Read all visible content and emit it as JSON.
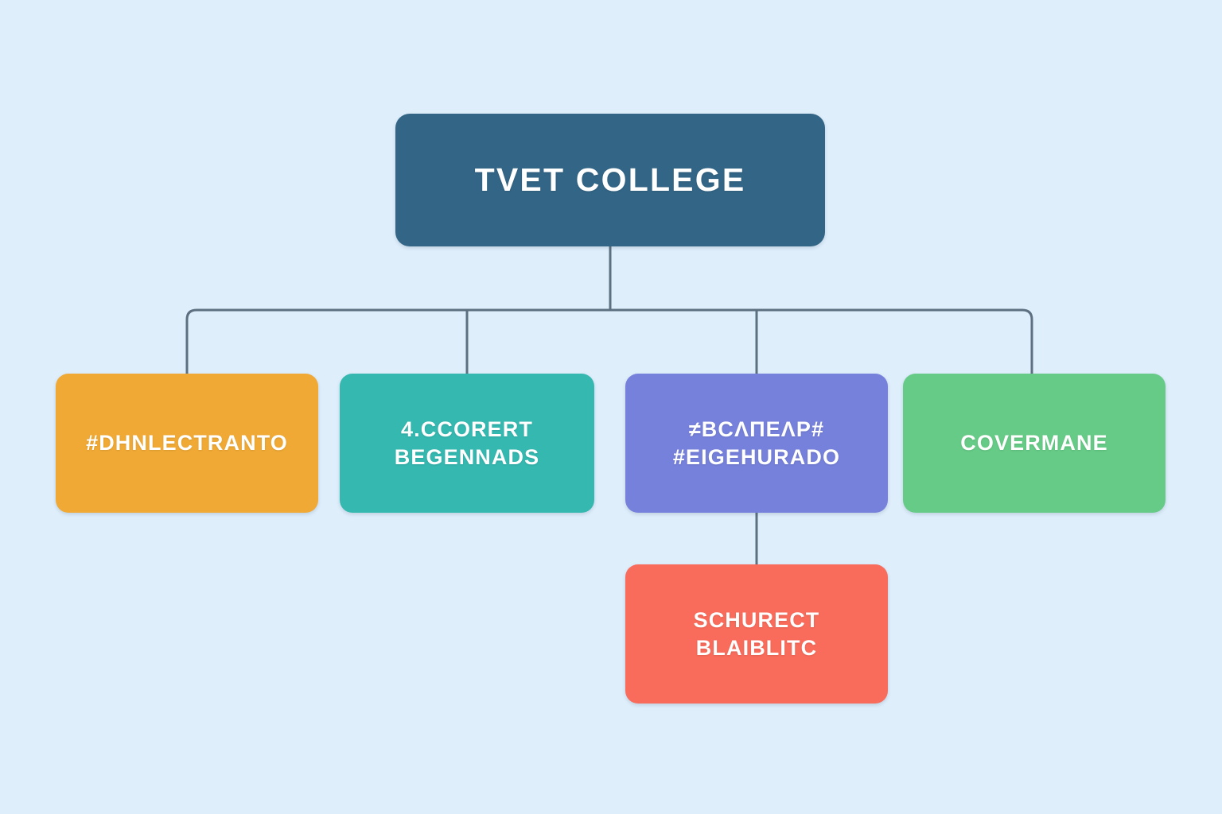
{
  "diagram": {
    "title": "TVET College organisational hierarchy",
    "background_color": "#dfeefb",
    "connector_color": "#5c7081"
  },
  "nodes": {
    "root": {
      "id": "root",
      "label": "TVET COLLEGE",
      "color": "#336586",
      "level": 0
    },
    "children": [
      {
        "id": "child-1",
        "lines": [
          "#DHNLECTRANTO"
        ],
        "color": "#f0a935",
        "level": 1
      },
      {
        "id": "child-2",
        "lines": [
          "4.CCORERT",
          "BEGENNADS"
        ],
        "color": "#34b8b0",
        "level": 1
      },
      {
        "id": "child-3",
        "lines": [
          "≠BCΛΠΕΛΡ#",
          "#EIGEHURADO"
        ],
        "color": "#7681db",
        "level": 1
      },
      {
        "id": "child-4",
        "lines": [
          "COVERMANE"
        ],
        "color": "#66cb86",
        "level": 1
      }
    ],
    "grandchildren": [
      {
        "id": "grandchild-1",
        "lines": [
          "SCHURECT",
          "BLAIBLITC"
        ],
        "color": "#f96b5b",
        "level": 2,
        "parent": "child-3"
      }
    ]
  },
  "node_text": {
    "root_label": "TVET COLLEGE",
    "child1_line1": "#DHNLECTRANTO",
    "child2_line1": "4.CCORERT",
    "child2_line2": "BEGENNADS",
    "child3_line1": "≠BCΛΠΕΛΡ#",
    "child3_line2": "#EIGEHURADO",
    "child4_line1": "COVERMANE",
    "grandchild1_line1": "SCHURECT",
    "grandchild1_line2": "BLAIBLITC"
  }
}
